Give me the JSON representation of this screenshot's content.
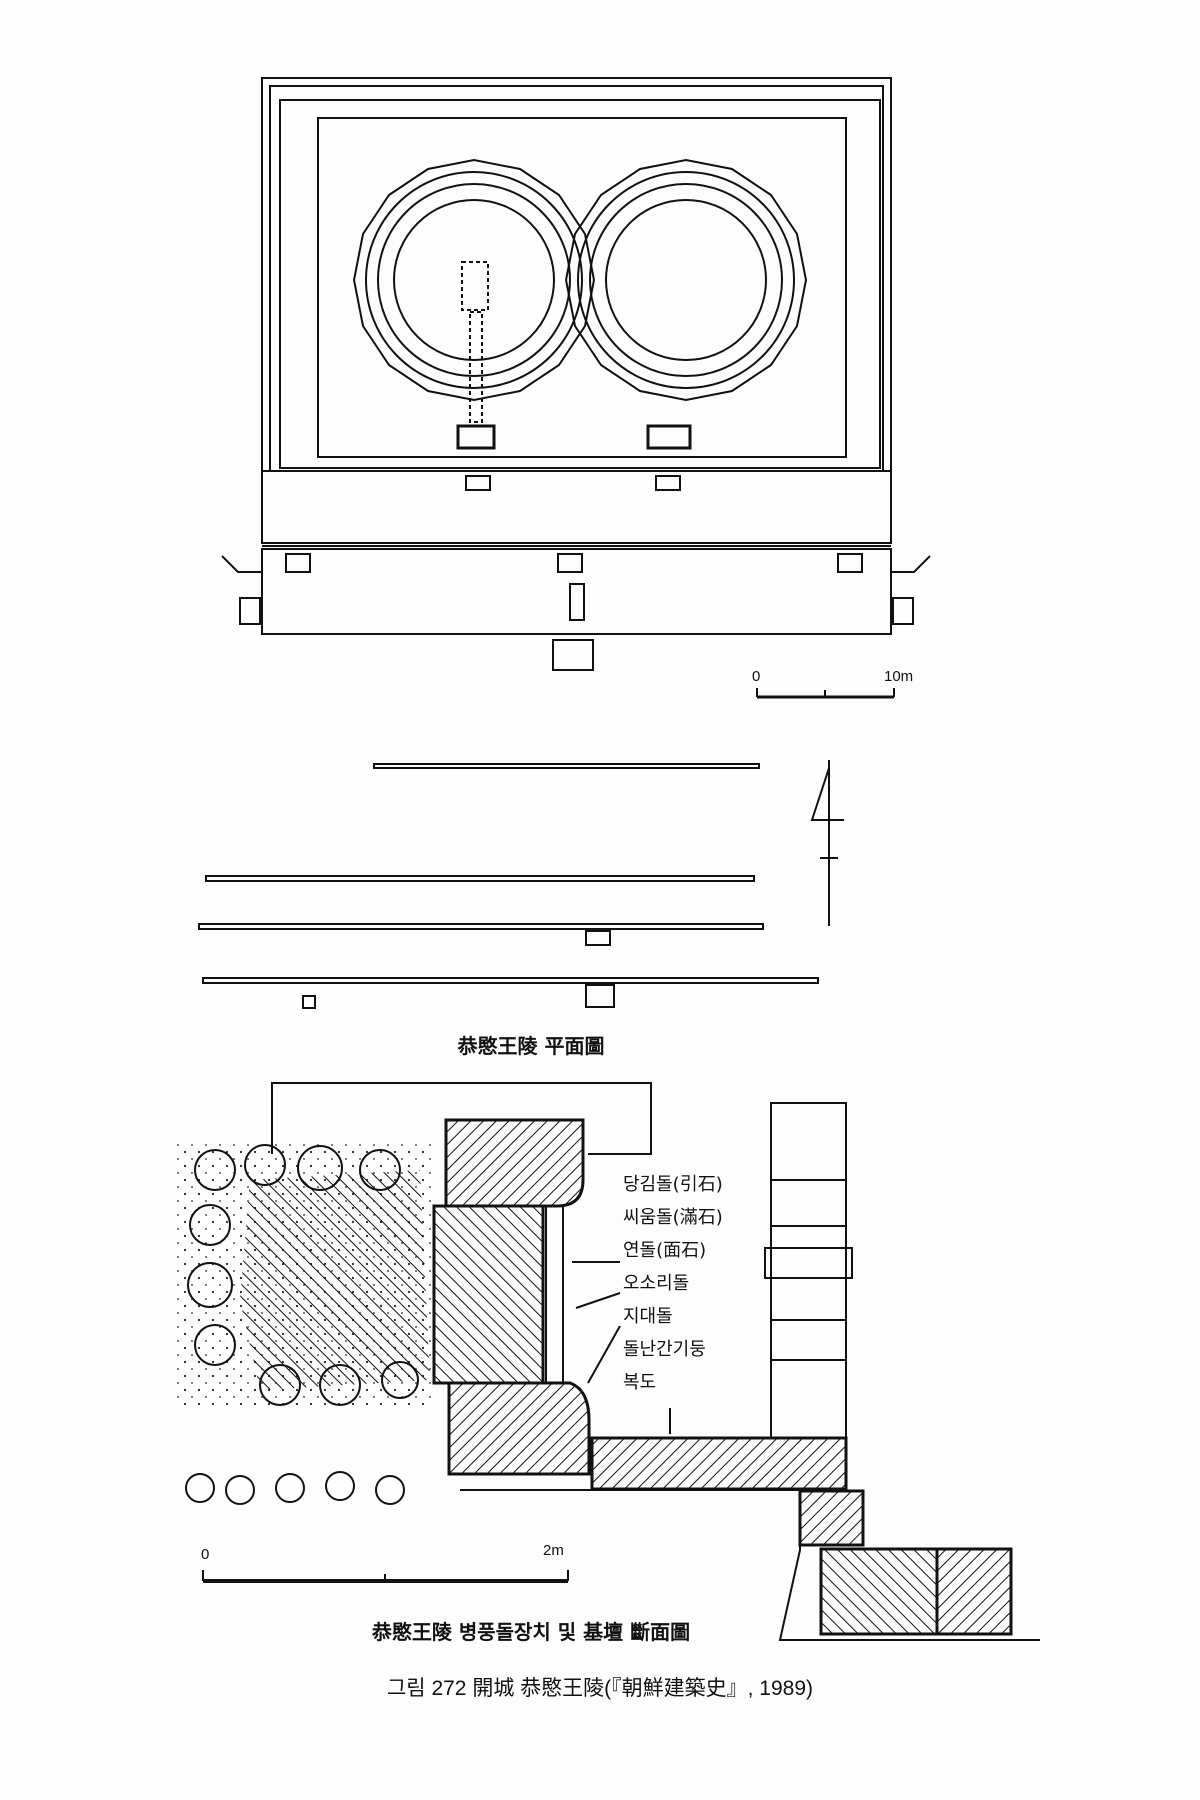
{
  "plan": {
    "caption": "恭愍王陵 平面圖",
    "scale_zero": "0",
    "scale_end": "10m"
  },
  "section": {
    "caption": "恭愍王陵 병풍돌장치 및 基壇 斷面圖",
    "scale_zero": "0",
    "scale_end": "2m",
    "labels": [
      "당김돌(引石)",
      "씨움돌(滿石)",
      "연돌(面石)",
      "오소리돌",
      "지대돌",
      "돌난간기둥",
      "복도"
    ]
  },
  "figure_caption": "그림 272   開城 恭愍王陵(『朝鮮建築史』, 1989)",
  "colors": {
    "ink": "#111111",
    "paper": "#fdfdfd"
  }
}
